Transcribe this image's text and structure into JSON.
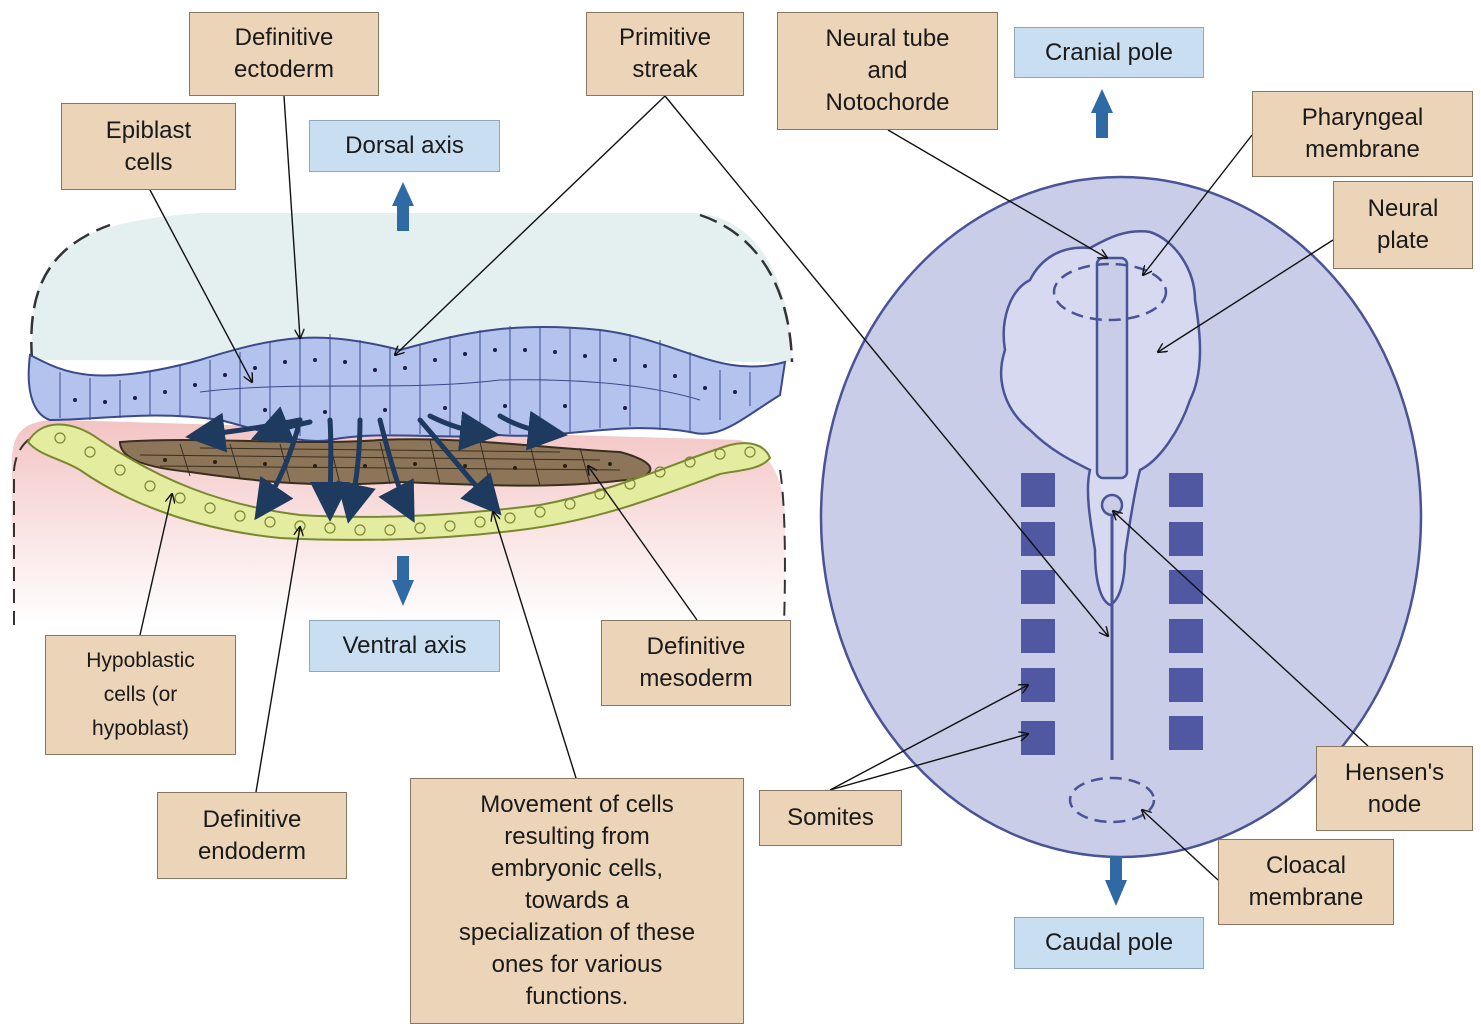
{
  "colors": {
    "label_fill": "#ecd4b9",
    "axis_fill": "#c9def1",
    "epiblast": "#b4c2ee",
    "mesoderm": "#8c7558",
    "hypoblast": "#e4eca0",
    "ventral_tint": "#f6d6d6",
    "dorsal_tint": "#e4f0f0",
    "embryo_disc": "#c9cde8",
    "arrow": "#2c5a8c",
    "somite": "#5a63a6"
  },
  "labels": {
    "epiblast_cells": "Epiblast\ncells",
    "definitive_ectoderm": "Definitive\nectoderm",
    "primitive_streak": "Primitive\nstreak",
    "neural_tube": "Neural tube\nand\nNotochorde",
    "pharyngeal_membrane": "Pharyngeal\nmembrane",
    "neural_plate": "Neural\nplate",
    "hypoblastic_cells": "Hypoblastic\ncells (or\nhypoblast)",
    "definitive_mesoderm": "Definitive\nmesoderm",
    "definitive_endoderm": "Definitive\nendoderm",
    "movement_of_cells": "Movement of cells\nresulting from\nembryonic cells,\ntowards a\nspecialization of these\nones for various\nfunctions.",
    "somites": "Somites",
    "hensens_node": "Hensen's\nnode",
    "cloacal_membrane": "Cloacal\nmembrane"
  },
  "axes": {
    "dorsal": "Dorsal axis",
    "ventral": "Ventral axis",
    "cranial": "Cranial pole",
    "caudal": "Caudal pole"
  }
}
